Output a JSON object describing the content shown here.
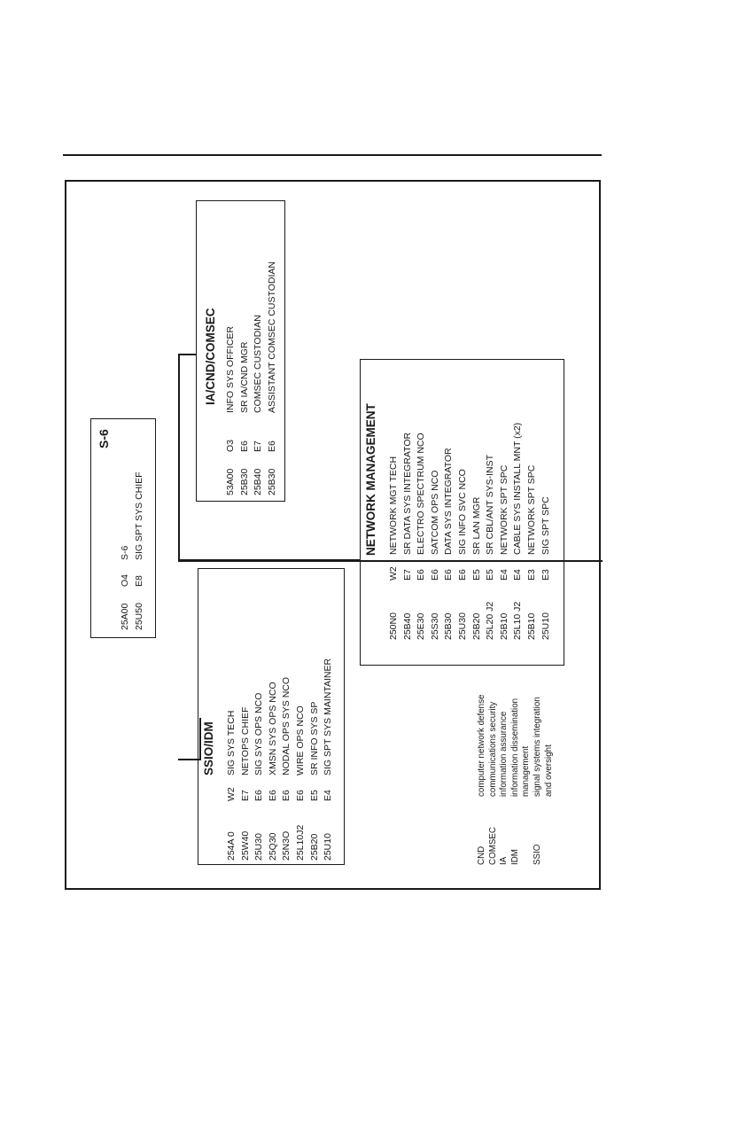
{
  "s6": {
    "title": "S-6",
    "rows": [
      {
        "mos": "25A00",
        "grade": "O4",
        "position": "S-6"
      },
      {
        "mos": "25U50",
        "grade": "E8",
        "position": "SIG SPT SYS CHIEF"
      }
    ]
  },
  "ia": {
    "title": "IA/CND/COMSEC",
    "rows": [
      {
        "mos": "53A00",
        "grade": "O3",
        "position": "INFO SYS OFFICER"
      },
      {
        "mos": "25B30",
        "grade": "E6",
        "position": "SR IA/CND MGR"
      },
      {
        "mos": "25B40",
        "grade": "E7",
        "position": "COMSEC CUSTODIAN"
      },
      {
        "mos": "25B30",
        "grade": "E6",
        "position": "ASSISTANT COMSEC CUSTODIAN"
      }
    ]
  },
  "ssio": {
    "title": "SSIO/IDM",
    "rows": [
      {
        "mos": "254A 0",
        "grade": "W2",
        "position": "SIG SYS TECH"
      },
      {
        "mos": "25W40",
        "grade": "E7",
        "position": "NETOPS CHIEF"
      },
      {
        "mos": "25U30",
        "grade": "E6",
        "position": "SIG SYS OPS NCO"
      },
      {
        "mos": "25Q30",
        "grade": "E6",
        "position": "XMSN SYS OPS NCO"
      },
      {
        "mos": "25N3O",
        "grade": "E6",
        "position": "NODAL OPS SYS NCO"
      },
      {
        "mos": "25L10J2",
        "grade": "E6",
        "position": "WIRE OPS NCO"
      },
      {
        "mos": "25B20",
        "grade": "E5",
        "position": "SR INFO SYS SP"
      },
      {
        "mos": "25U10",
        "grade": "E4",
        "position": "SIG SPT SYS MAINTAINER"
      }
    ]
  },
  "netmgmt": {
    "title": "NETWORK MANAGEMENT",
    "rows": [
      {
        "mos": "250N0",
        "grade": "W2",
        "position": "NETWORK MGT TECH"
      },
      {
        "mos": "25B40",
        "grade": "E7",
        "position": "SR DATA SYS INTEGRATOR"
      },
      {
        "mos": "25E30",
        "grade": "E6",
        "position": "ELECTRO SPECTRUM NCO"
      },
      {
        "mos": "25S30",
        "grade": "E6",
        "position": "SATCOM OPS NCO"
      },
      {
        "mos": "25B30",
        "grade": "E6",
        "position": "DATA SYS INTEGRATOR"
      },
      {
        "mos": "25U30",
        "grade": "E6",
        "position": "SIG INFO SVC NCO"
      },
      {
        "mos": "25B20",
        "grade": "E5",
        "position": "SR LAN MGR"
      },
      {
        "mos": "25L20 J2",
        "grade": "E5",
        "position": "SR CBL/ANT SYS-INST"
      },
      {
        "mos": "25B10",
        "grade": "E4",
        "position": "NETWORK SPT SPC"
      },
      {
        "mos": "25L10 J2",
        "grade": "E4",
        "position": "CABLE SYS INSTALL MNT (x2)"
      },
      {
        "mos": "25B10",
        "grade": "E3",
        "position": "NETWORK SPT SPC"
      },
      {
        "mos": "25U10",
        "grade": "E3",
        "position": "SIG SPT SPC"
      }
    ]
  },
  "legend": [
    {
      "abbr": "CND",
      "lines": [
        "computer network defense"
      ]
    },
    {
      "abbr": "COMSEC",
      "lines": [
        "communications security"
      ]
    },
    {
      "abbr": "IA",
      "lines": [
        "information assurance"
      ]
    },
    {
      "abbr": "IDM",
      "lines": [
        "information dissemination",
        "management"
      ]
    },
    {
      "abbr": "SSIO",
      "lines": [
        "signal systems integration",
        "and oversight"
      ]
    }
  ]
}
